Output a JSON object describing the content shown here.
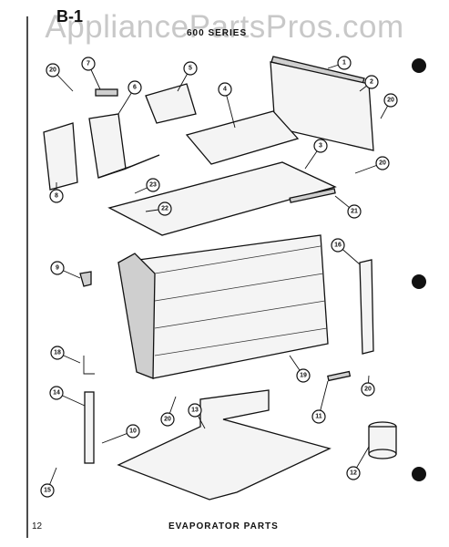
{
  "watermark": "AppliancePartsPros.com",
  "section_id": "B-1",
  "series_label": "600 SERIES",
  "page_number": "12",
  "page_title": "EVAPORATOR PARTS",
  "callouts": [
    "1",
    "2",
    "20",
    "5",
    "4",
    "7",
    "6",
    "20",
    "3",
    "20",
    "21",
    "8",
    "23",
    "22",
    "9",
    "16",
    "19",
    "20",
    "20",
    "13",
    "11",
    "12",
    "18",
    "14",
    "10",
    "15"
  ]
}
